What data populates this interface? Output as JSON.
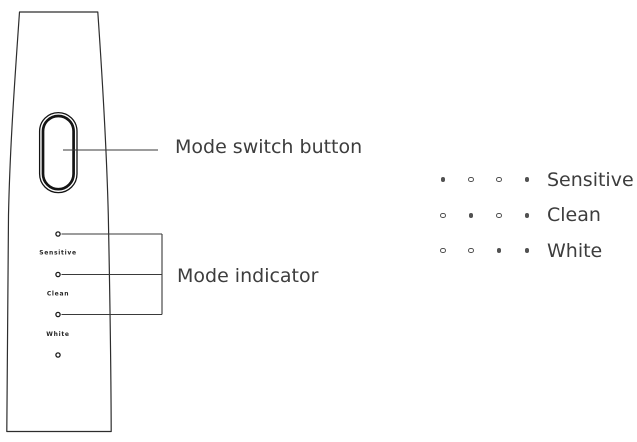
{
  "device": {
    "mode_switch_label": "Mode switch button",
    "mode_indicator_label": "Mode indicator",
    "led_labels": [
      "Sensitive",
      "Clean",
      "White"
    ]
  },
  "legend": {
    "rows": [
      {
        "label": "Sensitive",
        "dots": [
          "filled",
          "open",
          "open",
          "filled"
        ]
      },
      {
        "label": "Clean",
        "dots": [
          "open",
          "filled",
          "open",
          "filled"
        ]
      },
      {
        "label": "White",
        "dots": [
          "open",
          "open",
          "filled",
          "filled"
        ]
      }
    ]
  },
  "colors": {
    "outline": "#2d2d2d",
    "button_stroke": "#141414",
    "leader_line": "#3a3a3a",
    "label_text": "#3d3d3d",
    "legend_dot": "#515151",
    "background": "#ffffff"
  }
}
